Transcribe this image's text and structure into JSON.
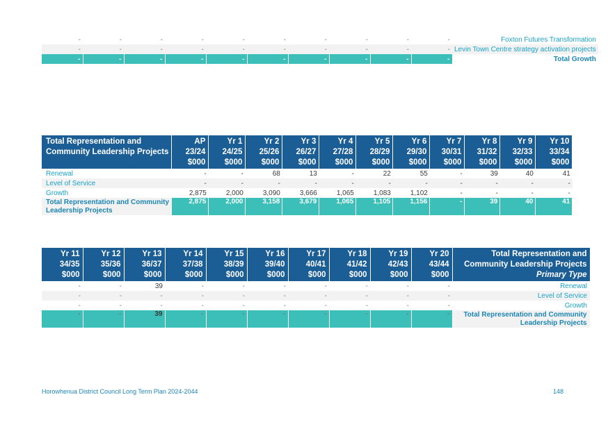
{
  "top_block": {
    "rows": [
      {
        "label": "Foxton Futures Transformation",
        "values": [
          "-",
          "-",
          "-",
          "-",
          "-",
          "-",
          "-",
          "-",
          "-",
          "-"
        ]
      },
      {
        "label": "Levin Town Centre strategy activation projects",
        "values": [
          "-",
          "-",
          "-",
          "-",
          "-",
          "-",
          "-",
          "-",
          "-",
          "-"
        ]
      },
      {
        "label": "Total Growth",
        "values": [
          "-",
          "-",
          "-",
          "-",
          "-",
          "-",
          "-",
          "-",
          "-",
          "-"
        ]
      }
    ]
  },
  "table1": {
    "title_line1": "Total Representation and",
    "title_line2": "Community Leadership Projects",
    "columns": [
      {
        "l1": "AP",
        "l2": "23/24",
        "l3": "$000"
      },
      {
        "l1": "Yr 1",
        "l2": "24/25",
        "l3": "$000"
      },
      {
        "l1": "Yr 2",
        "l2": "25/26",
        "l3": "$000"
      },
      {
        "l1": "Yr 3",
        "l2": "26/27",
        "l3": "$000"
      },
      {
        "l1": "Yr 4",
        "l2": "27/28",
        "l3": "$000"
      },
      {
        "l1": "Yr 5",
        "l2": "28/29",
        "l3": "$000"
      },
      {
        "l1": "Yr 6",
        "l2": "29/30",
        "l3": "$000"
      },
      {
        "l1": "Yr 7",
        "l2": "30/31",
        "l3": "$000"
      },
      {
        "l1": "Yr 8",
        "l2": "31/32",
        "l3": "$000"
      },
      {
        "l1": "Yr 9",
        "l2": "32/33",
        "l3": "$000"
      },
      {
        "l1": "Yr 10",
        "l2": "33/34",
        "l3": "$000"
      }
    ],
    "rows": [
      {
        "label": "Renewal",
        "values": [
          "-",
          "-",
          "68",
          "13",
          "-",
          "22",
          "55",
          "-",
          "39",
          "40",
          "41"
        ]
      },
      {
        "label": "Level of Service",
        "values": [
          "-",
          "-",
          "-",
          "-",
          "-",
          "-",
          "-",
          "-",
          "-",
          "-",
          "-"
        ]
      },
      {
        "label": "Growth",
        "values": [
          "2,875",
          "2,000",
          "3,090",
          "3,666",
          "1,065",
          "1,083",
          "1,102",
          "-",
          "-",
          "-",
          "-"
        ]
      }
    ],
    "total": {
      "label": "Total Representation and Community Leadership Projects",
      "values": [
        "2,875",
        "2,000",
        "3,158",
        "3,679",
        "1,065",
        "1,105",
        "1,156",
        "-",
        "39",
        "40",
        "41"
      ]
    }
  },
  "table2": {
    "title_line1": "Total Representation and",
    "title_line2": "Community Leadership Projects",
    "title_line3": "Primary Type",
    "columns": [
      {
        "l1": "Yr 11",
        "l2": "34/35",
        "l3": "$000"
      },
      {
        "l1": "Yr 12",
        "l2": "35/36",
        "l3": "$000"
      },
      {
        "l1": "Yr 13",
        "l2": "36/37",
        "l3": "$000"
      },
      {
        "l1": "Yr 14",
        "l2": "37/38",
        "l3": "$000"
      },
      {
        "l1": "Yr 15",
        "l2": "38/39",
        "l3": "$000"
      },
      {
        "l1": "Yr 16",
        "l2": "39/40",
        "l3": "$000"
      },
      {
        "l1": "Yr 17",
        "l2": "40/41",
        "l3": "$000"
      },
      {
        "l1": "Yr 18",
        "l2": "41/42",
        "l3": "$000"
      },
      {
        "l1": "Yr 19",
        "l2": "42/43",
        "l3": "$000"
      },
      {
        "l1": "Yr 20",
        "l2": "43/44",
        "l3": "$000"
      }
    ],
    "rows": [
      {
        "label": "Renewal",
        "values": [
          "-",
          "-",
          "39",
          "-",
          "-",
          "-",
          "-",
          "-",
          "-",
          "-"
        ]
      },
      {
        "label": "Level of Service",
        "values": [
          "-",
          "-",
          "-",
          "-",
          "-",
          "-",
          "-",
          "-",
          "-",
          "-"
        ]
      },
      {
        "label": "Growth",
        "values": [
          "-",
          "-",
          "-",
          "-",
          "-",
          "-",
          "-",
          "-",
          "-",
          "-"
        ]
      }
    ],
    "total": {
      "label": "Total Representation and Community Leadership Projects",
      "values": [
        "-",
        "-",
        "39",
        "-",
        "-",
        "-",
        "-",
        "-",
        "-",
        "-"
      ]
    }
  },
  "footer": {
    "left": "Horowhenua District Council Long Term Plan 2024-2044",
    "page": "148"
  },
  "colors": {
    "header_bg": "#1b5e96",
    "total_bg": "#3bbfb8",
    "label_blue": "#1aa3c9",
    "shade": "#f2f2f2"
  }
}
